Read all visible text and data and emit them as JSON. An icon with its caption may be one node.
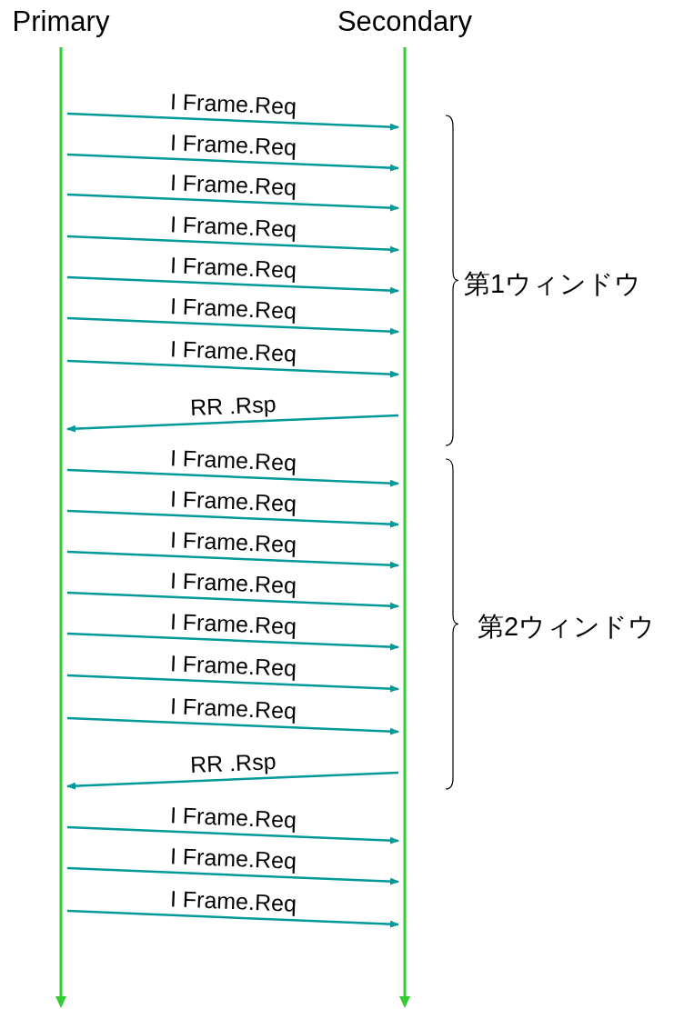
{
  "diagram": {
    "nodes": [
      {
        "text": [
          "Primary"
        ]
      },
      {
        "text": [
          "Secondary"
        ]
      }
    ],
    "edges": [
      {
        "from": 0,
        "to": 1,
        "arrow": "to",
        "label": "I Frame.Req"
      },
      {
        "from": 0,
        "to": 1,
        "arrow": "to",
        "label": "I Frame.Req"
      },
      {
        "from": 0,
        "to": 1,
        "arrow": "to",
        "label": "I Frame.Req"
      },
      {
        "from": 0,
        "to": 1,
        "arrow": "to",
        "label": "I Frame.Req"
      },
      {
        "from": 0,
        "to": 1,
        "arrow": "to",
        "label": "I Frame.Req"
      },
      {
        "from": 0,
        "to": 1,
        "arrow": "to",
        "label": "I Frame.Req"
      },
      {
        "from": 0,
        "to": 1,
        "arrow": "to",
        "label": "I Frame.Req"
      },
      {
        "from": 1,
        "to": 0,
        "arrow": "to",
        "label": "RR .Rsp"
      },
      {
        "from": 0,
        "to": 1,
        "arrow": "to",
        "label": "I Frame.Req"
      },
      {
        "from": 0,
        "to": 1,
        "arrow": "to",
        "label": "I Frame.Req"
      },
      {
        "from": 0,
        "to": 1,
        "arrow": "to",
        "label": "I Frame.Req"
      },
      {
        "from": 0,
        "to": 1,
        "arrow": "to",
        "label": "I Frame.Req"
      },
      {
        "from": 0,
        "to": 1,
        "arrow": "to",
        "label": "I Frame.Req"
      },
      {
        "from": 0,
        "to": 1,
        "arrow": "to",
        "label": "I Frame.Req"
      },
      {
        "from": 0,
        "to": 1,
        "arrow": "to",
        "label": "I Frame.Req"
      },
      {
        "from": 1,
        "to": 0,
        "arrow": "to",
        "label": "RR .Rsp"
      },
      {
        "from": 0,
        "to": 1,
        "arrow": "to",
        "label": "I Frame.Req"
      },
      {
        "from": 0,
        "to": 1,
        "arrow": "to",
        "label": "I Frame.Req"
      },
      {
        "from": 0,
        "to": 1,
        "arrow": "to",
        "label": "I Frame.Req"
      }
    ],
    "labels": [
      "第1ウィンドウ",
      "第2ウィンドウ"
    ]
  }
}
